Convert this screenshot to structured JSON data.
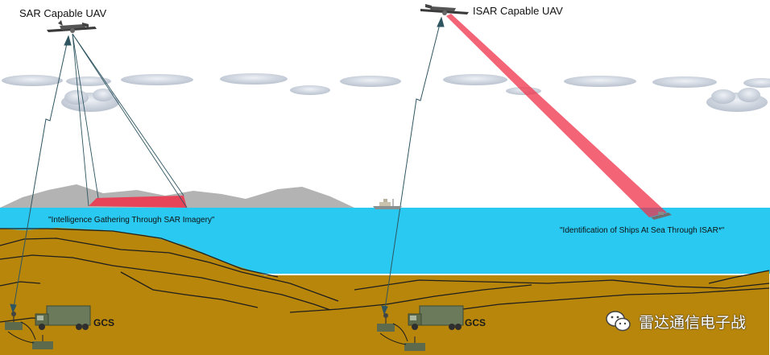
{
  "labels": {
    "sar_uav": "SAR Capable UAV",
    "isar_uav": "ISAR Capable UAV",
    "sar_caption": "\"Intelligence Gathering Through SAR Imagery\"",
    "isar_caption": "\"Identification of Ships At Sea Through ISAR*\"",
    "gcs_left": "GCS",
    "gcs_right": "GCS"
  },
  "watermark": {
    "text": "雷达通信电子战",
    "icon": "wechat-icon"
  },
  "colors": {
    "sky": "#ffffff",
    "sea": "#29c9f2",
    "ground": "#b8860b",
    "radar_beam": "#f0304a",
    "terrain_lines": "#1e1e1e",
    "mountains": "#b3b3b3",
    "gcs_vehicle": "#6b7a5a"
  },
  "icons": {
    "aircraft": "uav-icon",
    "ship": "ship-icon",
    "ground_station": "gcs-vehicle-icon",
    "antenna": "antenna-icon"
  }
}
